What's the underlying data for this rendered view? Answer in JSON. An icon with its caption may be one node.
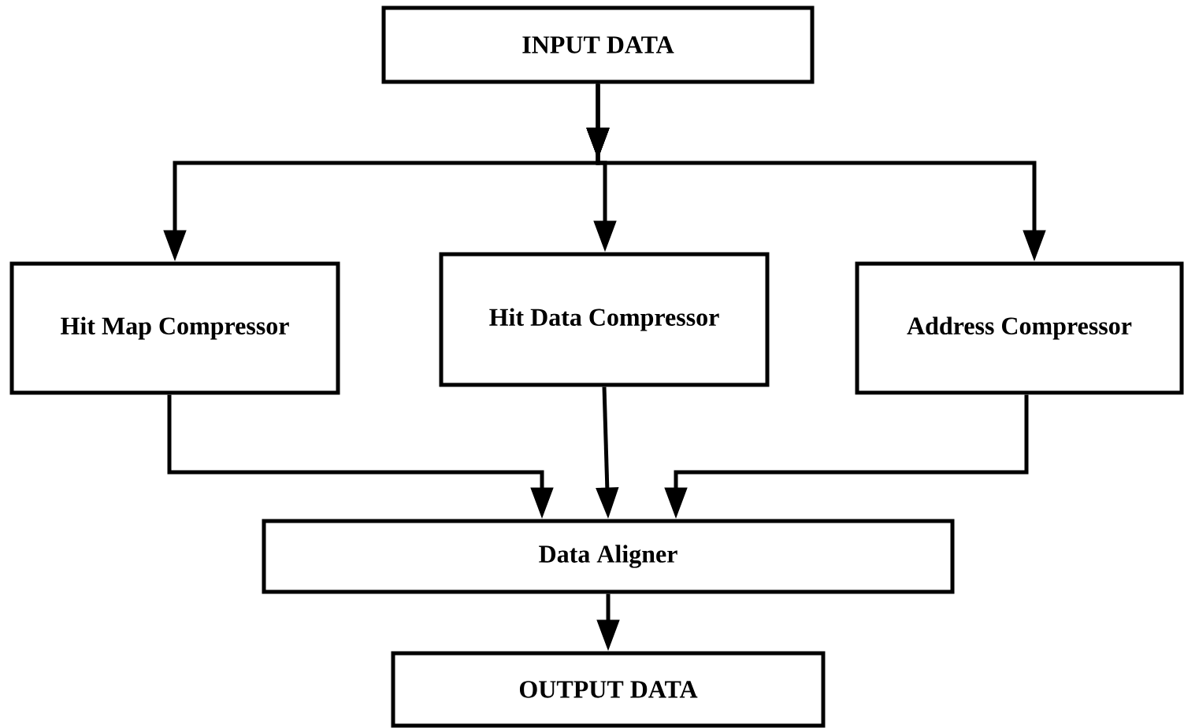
{
  "diagram": {
    "nodes": [
      {
        "text": [
          "INPUT DATA"
        ]
      },
      {
        "text": [
          "Hit Map Compressor"
        ]
      },
      {
        "text": [
          "Hit Data Compressor"
        ]
      },
      {
        "text": [
          "Address Compressor"
        ]
      },
      {
        "text": [
          "Data Aligner"
        ]
      },
      {
        "text": [
          "OUTPUT DATA"
        ]
      }
    ],
    "edges": [
      {
        "from": 0,
        "to": 1,
        "arrow": "to"
      },
      {
        "from": 0,
        "to": 2,
        "arrow": "to"
      },
      {
        "from": 0,
        "to": 3,
        "arrow": "to"
      },
      {
        "from": 1,
        "to": 4,
        "arrow": "to"
      },
      {
        "from": 2,
        "to": 4,
        "arrow": "to"
      },
      {
        "from": 3,
        "to": 4,
        "arrow": "to"
      },
      {
        "from": 4,
        "to": 5,
        "arrow": "to"
      }
    ]
  }
}
